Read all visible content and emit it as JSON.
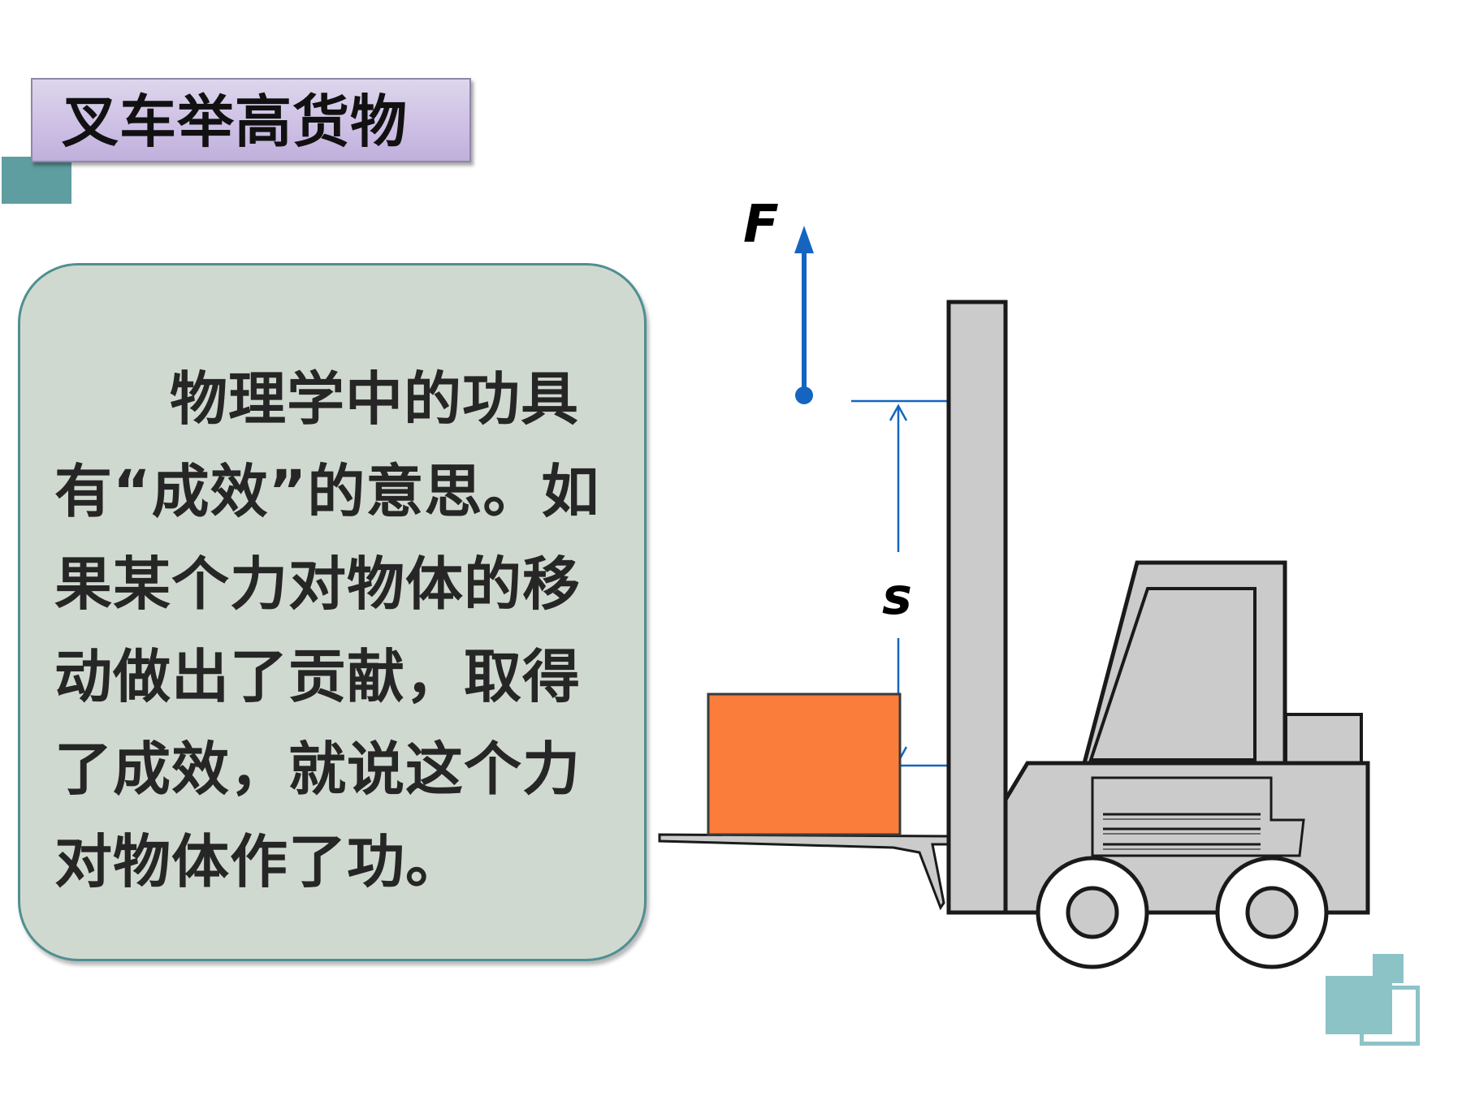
{
  "title": "叉车举高货物",
  "card": {
    "text": "物理学中的功具有“成效”的意思。如果某个力对物体的移动做出了贡献，取得了成效，就说这个力对物体作了功。"
  },
  "diagram": {
    "force_label": "F",
    "displacement_label": "s",
    "colors": {
      "arrow": "#1565c0",
      "cargo": "#fb7d3c",
      "forklift": "#cbcbcb",
      "outline": "#1a1a1a",
      "card_bg": "#d0d9cf",
      "card_border": "#4f8f92",
      "title_bg": "#cdbfe4",
      "accent": "#5f9ea0"
    }
  }
}
